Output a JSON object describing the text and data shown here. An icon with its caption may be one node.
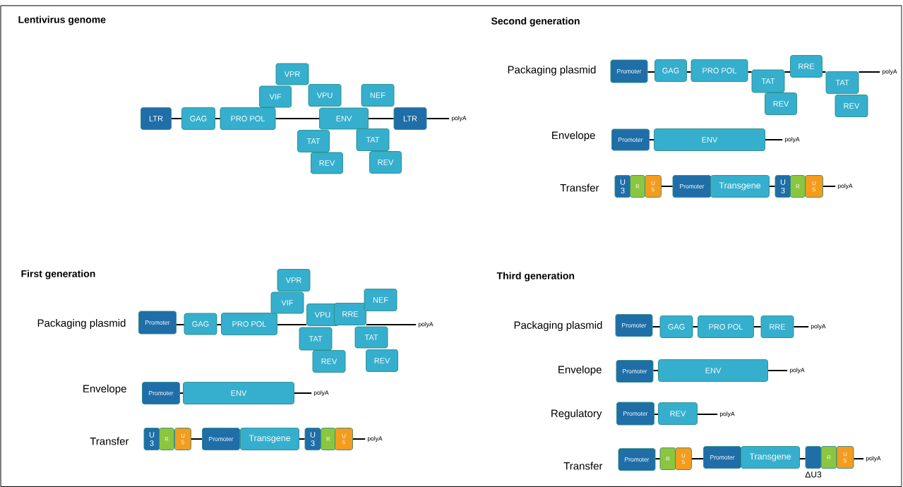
{
  "diagram": {
    "nodes": [
      {
        "text": [
          "LTR"
        ]
      },
      {
        "text": [
          "GAG"
        ]
      },
      {
        "text": [
          "PRO POL"
        ]
      },
      {
        "text": [
          "VPR"
        ]
      },
      {
        "text": [
          "VIF"
        ]
      },
      {
        "text": [
          "VPU"
        ]
      },
      {
        "text": [
          "NEF"
        ]
      },
      {
        "text": [
          "ENV"
        ]
      },
      {
        "text": [
          "LTR"
        ]
      },
      {
        "text": [
          "polyA"
        ]
      },
      {
        "text": [
          "TAT"
        ]
      },
      {
        "text": [
          "TAT"
        ]
      },
      {
        "text": [
          "REV"
        ]
      },
      {
        "text": [
          "REV"
        ]
      },
      {
        "text": [
          "Promoter"
        ]
      },
      {
        "text": [
          "GAG"
        ]
      },
      {
        "text": [
          "PRO POL"
        ]
      },
      {
        "text": [
          "RRE"
        ]
      },
      {
        "text": [
          "TAT"
        ]
      },
      {
        "text": [
          "TAT"
        ]
      },
      {
        "text": [
          "polyA"
        ]
      },
      {
        "text": [
          "REV"
        ]
      },
      {
        "text": [
          "REV"
        ]
      },
      {
        "text": [
          "Promoter"
        ]
      },
      {
        "text": [
          "ENV"
        ]
      },
      {
        "text": [
          "polyA"
        ]
      },
      {
        "text": [
          "U 3"
        ]
      },
      {
        "text": [
          "R"
        ]
      },
      {
        "text": [
          "U 5"
        ]
      },
      {
        "text": [
          "Promoter"
        ]
      },
      {
        "text": [
          "Transgene"
        ]
      },
      {
        "text": [
          "U 3"
        ]
      },
      {
        "text": [
          "R"
        ]
      },
      {
        "text": [
          "U 5"
        ]
      },
      {
        "text": [
          "polyA"
        ]
      },
      {
        "text": [
          "Promoter"
        ]
      },
      {
        "text": [
          "GAG"
        ]
      },
      {
        "text": [
          "PRO POL"
        ]
      },
      {
        "text": [
          "VPR"
        ]
      },
      {
        "text": [
          "VIF"
        ]
      },
      {
        "text": [
          "VPU"
        ]
      },
      {
        "text": [
          "RRE"
        ]
      },
      {
        "text": [
          "NEF"
        ]
      },
      {
        "text": [
          "polyA"
        ]
      },
      {
        "text": [
          "TAT"
        ]
      },
      {
        "text": [
          "TAT"
        ]
      },
      {
        "text": [
          "REV"
        ]
      },
      {
        "text": [
          "REV"
        ]
      },
      {
        "text": [
          "Promoter"
        ]
      },
      {
        "text": [
          "ENV"
        ]
      },
      {
        "text": [
          "polyA"
        ]
      },
      {
        "text": [
          "U 3"
        ]
      },
      {
        "text": [
          "R"
        ]
      },
      {
        "text": [
          "U 5"
        ]
      },
      {
        "text": [
          "Promoter"
        ]
      },
      {
        "text": [
          "Transgene"
        ]
      },
      {
        "text": [
          "U 3"
        ]
      },
      {
        "text": [
          "R"
        ]
      },
      {
        "text": [
          "U 5"
        ]
      },
      {
        "text": [
          "polyA"
        ]
      },
      {
        "text": [
          "Promoter"
        ]
      },
      {
        "text": [
          "GAG"
        ]
      },
      {
        "text": [
          "PRO POL"
        ]
      },
      {
        "text": [
          "RRE"
        ]
      },
      {
        "text": [
          "polyA"
        ]
      },
      {
        "text": [
          "Promoter"
        ]
      },
      {
        "text": [
          "ENV"
        ]
      },
      {
        "text": [
          "polyA"
        ]
      },
      {
        "text": [
          "Promoter"
        ]
      },
      {
        "text": [
          "REV"
        ]
      },
      {
        "text": [
          "polyA"
        ]
      },
      {
        "text": [
          "Promoter"
        ]
      },
      {
        "text": [
          "R"
        ]
      },
      {
        "text": [
          "U 5"
        ]
      },
      {
        "text": [
          "Promoter"
        ]
      },
      {
        "text": [
          "Transgene"
        ]
      },
      {
        "text": [],
        "shape": "box",
        "beside": [
          "ΔU3"
        ]
      },
      {
        "text": [
          "R"
        ]
      },
      {
        "text": [
          "U 5"
        ]
      },
      {
        "text": [
          "polyA"
        ]
      }
    ],
    "edges": [
      {
        "from": 0,
        "to": 1,
        "arrow": "none"
      },
      {
        "from": 1,
        "to": 2,
        "arrow": "none"
      },
      {
        "from": 2,
        "to": 7,
        "arrow": "none"
      },
      {
        "from": 7,
        "to": 8,
        "arrow": "none"
      },
      {
        "from": 8,
        "to": 9,
        "arrow": "none"
      },
      {
        "from": 14,
        "to": 15,
        "arrow": "none"
      },
      {
        "from": 15,
        "to": 16,
        "arrow": "none"
      },
      {
        "from": 16,
        "to": 18,
        "arrow": "none"
      },
      {
        "from": 18,
        "to": 17,
        "arrow": "none"
      },
      {
        "from": 17,
        "to": 19,
        "arrow": "none"
      },
      {
        "from": 19,
        "to": 20,
        "arrow": "none"
      },
      {
        "from": 23,
        "to": 24,
        "arrow": "none"
      },
      {
        "from": 24,
        "to": 25,
        "arrow": "none"
      },
      {
        "from": 28,
        "to": 29,
        "arrow": "none"
      },
      {
        "from": 30,
        "to": 31,
        "arrow": "none"
      },
      {
        "from": 33,
        "to": 34,
        "arrow": "none"
      },
      {
        "from": 35,
        "to": 36,
        "arrow": "none"
      },
      {
        "from": 36,
        "to": 37,
        "arrow": "none"
      },
      {
        "from": 37,
        "to": 40,
        "arrow": "none"
      },
      {
        "from": 41,
        "to": 43,
        "arrow": "none"
      },
      {
        "from": 48,
        "to": 49,
        "arrow": "none"
      },
      {
        "from": 49,
        "to": 50,
        "arrow": "none"
      },
      {
        "from": 53,
        "to": 54,
        "arrow": "none"
      },
      {
        "from": 55,
        "to": 56,
        "arrow": "none"
      },
      {
        "from": 58,
        "to": 59,
        "arrow": "none"
      },
      {
        "from": 60,
        "to": 61,
        "arrow": "none"
      },
      {
        "from": 61,
        "to": 62,
        "arrow": "none"
      },
      {
        "from": 62,
        "to": 63,
        "arrow": "none"
      },
      {
        "from": 63,
        "to": 64,
        "arrow": "none"
      },
      {
        "from": 65,
        "to": 66,
        "arrow": "none"
      },
      {
        "from": 66,
        "to": 67,
        "arrow": "none"
      },
      {
        "from": 68,
        "to": 69,
        "arrow": "none"
      },
      {
        "from": 69,
        "to": 70,
        "arrow": "none"
      },
      {
        "from": 71,
        "to": 72,
        "arrow": "none"
      },
      {
        "from": 73,
        "to": 74,
        "arrow": "none"
      },
      {
        "from": 75,
        "to": 76,
        "arrow": "none"
      },
      {
        "from": 78,
        "to": 79,
        "arrow": "none"
      }
    ],
    "labels": [
      "Lentivirus genome",
      "Second generation",
      "Packaging plasmid",
      "Envelope",
      "Transfer",
      "First generation",
      "Packaging plasmid",
      "Envelope",
      "Transfer",
      "Third generation",
      "Packaging plasmid",
      "Envelope",
      "Regulatory",
      "Transfer"
    ]
  }
}
